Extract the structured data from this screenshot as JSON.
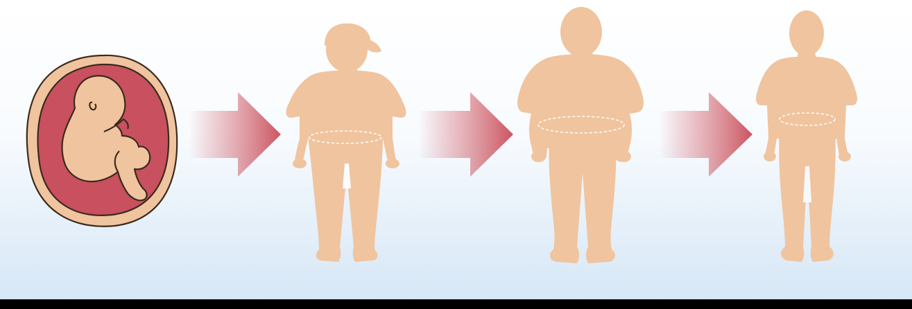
{
  "figure": {
    "panels": [
      {
        "id": "fetus",
        "icon": "fetus-in-womb-icon"
      },
      {
        "id": "child",
        "icon": "child-with-cap-icon"
      },
      {
        "id": "obese-adult",
        "icon": "obese-adult-icon"
      },
      {
        "id": "adult",
        "icon": "lean-adult-icon"
      }
    ],
    "arrows": [
      {
        "from": "fetus",
        "to": "child"
      },
      {
        "from": "child",
        "to": "obese-adult"
      },
      {
        "from": "obese-adult",
        "to": "adult"
      }
    ],
    "colors": {
      "skin": "#f0c49e",
      "outline": "#3a2a1e",
      "womb": "#c9505e",
      "arrow": "#d0606a",
      "waistline": "#ffffff",
      "background_bottom": "#d6e7f6",
      "bottom_bar": "#000000"
    }
  }
}
